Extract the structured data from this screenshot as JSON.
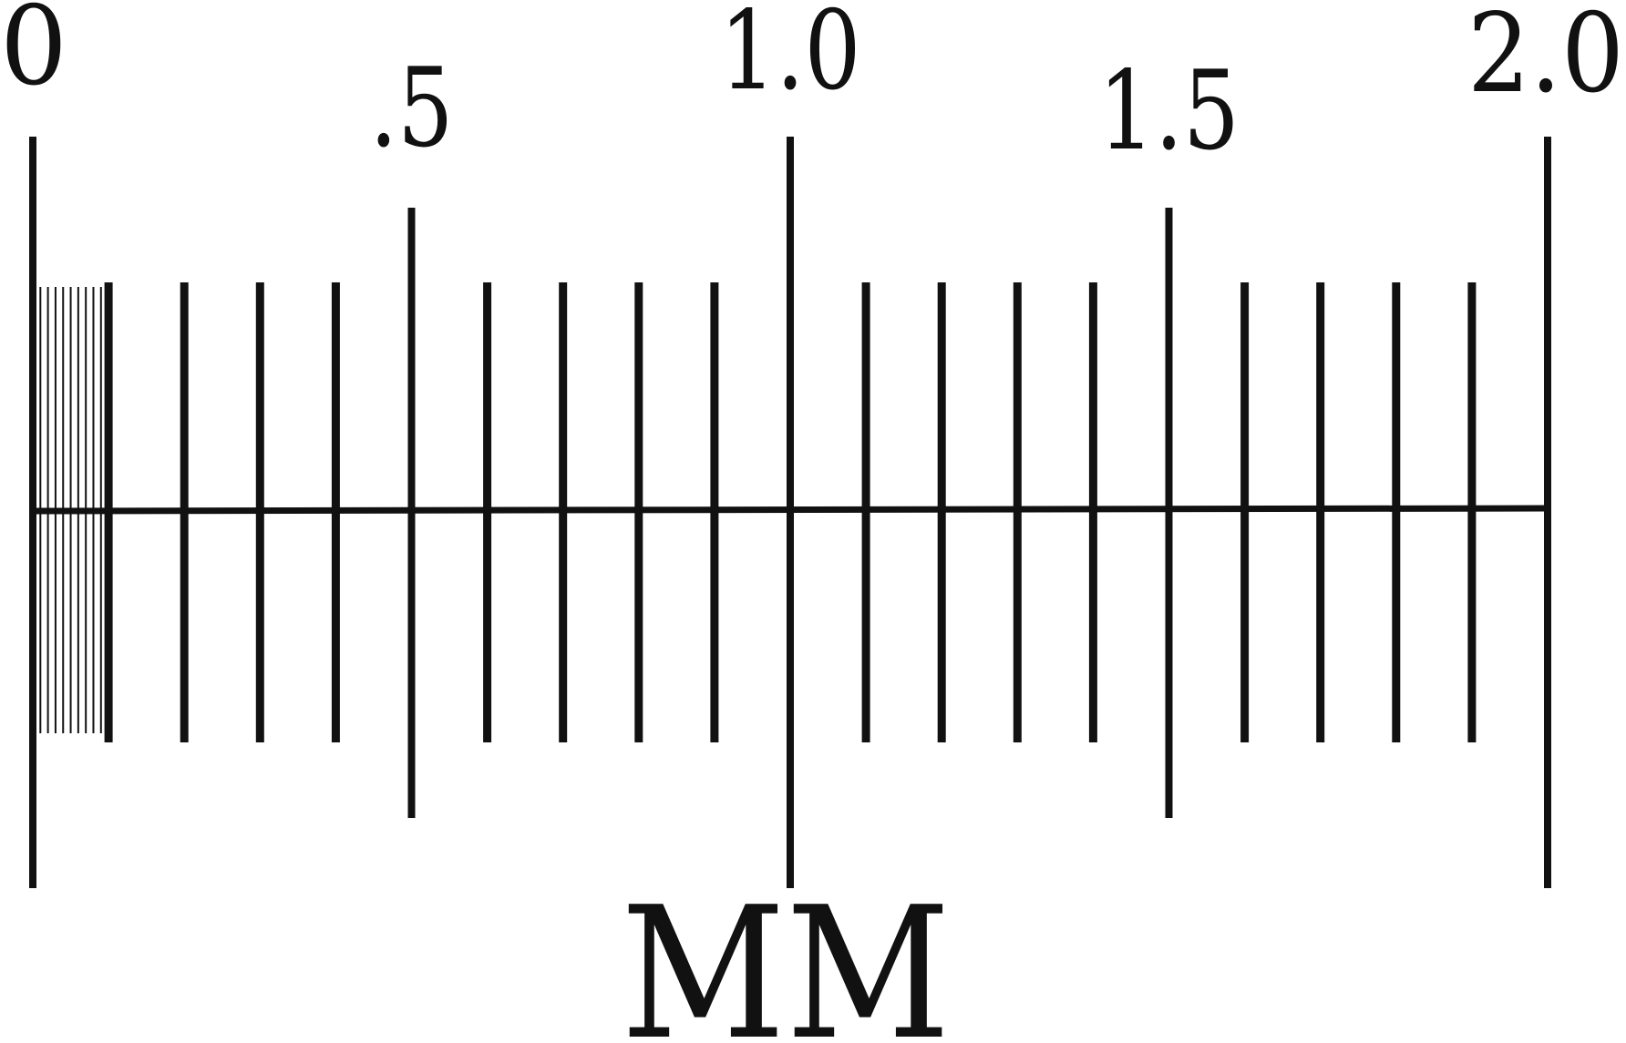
{
  "scale": {
    "start": 0,
    "end": 2.0,
    "major_step": 0.1,
    "fine_end": 0.1,
    "fine_step": 0.01,
    "labels": [
      {
        "value": 0,
        "text": "0"
      },
      {
        "value": 0.5,
        "text": ".5"
      },
      {
        "value": 1.0,
        "text": "1.0"
      },
      {
        "value": 1.5,
        "text": "1.5"
      },
      {
        "value": 2.0,
        "text": "2.0"
      }
    ],
    "unit": "MM",
    "line_color": "#111111"
  }
}
